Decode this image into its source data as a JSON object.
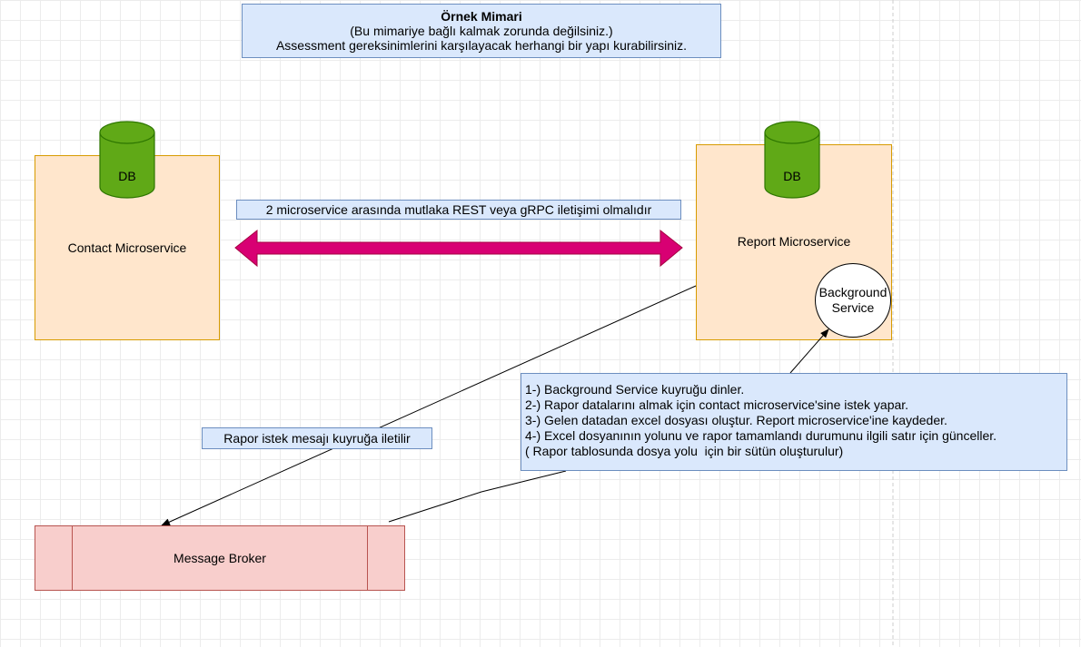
{
  "title_note": {
    "title": "Örnek Mimari",
    "line1": "(Bu mimariye bağlı kalmak zorunda değilsiniz.)",
    "line2": "Assessment gereksinimlerini karşılayacak herhangi bir yapı kurabilirsiniz."
  },
  "contact_service": {
    "label": "Contact Microservice",
    "db_label": "DB"
  },
  "report_service": {
    "label": "Report Microservice",
    "db_label": "DB"
  },
  "background_service": {
    "line1": "Background",
    "line2": "Service"
  },
  "rest_note": "2 microservice arasında mutlaka REST veya gRPC iletişimi olmalıdır",
  "queue_note": "Rapor istek mesajı kuyruğa iletilir",
  "steps": [
    "1-) Background Service kuyruğu dinler.",
    "2-) Rapor datalarını almak için contact microservice'sine istek yapar.",
    "3-) Gelen datadan excel dosyası oluştur. Report microservice'ine kaydeder.",
    "4-) Excel dosyanının yolunu ve rapor tamamlandı durumunu ilgili satır için günceller.",
    "( Rapor tablosunda dosya yolu  için bir sütün oluşturulur)"
  ],
  "message_broker": {
    "label": "Message Broker"
  },
  "colors": {
    "note_fill": "#dae8fc",
    "note_border": "#6c8ebf",
    "service_fill": "#ffe6cc",
    "service_border": "#d79b00",
    "db_fill": "#60a917",
    "db_border": "#2d7600",
    "broker_fill": "#f8cecc",
    "broker_border": "#b85450",
    "rest_arrow": "#d80073"
  }
}
